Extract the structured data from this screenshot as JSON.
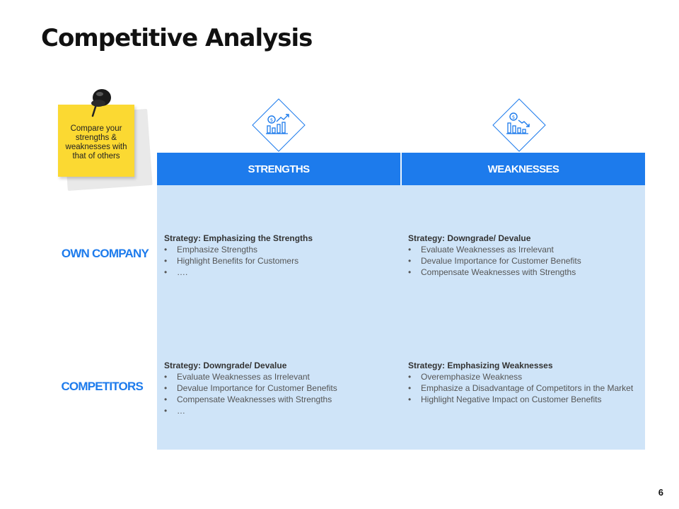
{
  "page": {
    "title": "Competitive Analysis",
    "number": "6"
  },
  "note": {
    "text": "Compare your strengths & weaknesses with that of others"
  },
  "columns": {
    "strengths": "STRENGTHS",
    "weaknesses": "WEAKNESSES"
  },
  "rows": {
    "own": "OWN COMPANY",
    "competitors": "COMPETITORS"
  },
  "icons": {
    "strengths": "money-growth-chart-icon",
    "weaknesses": "money-decline-chart-icon",
    "note_pin": "push-pin-icon"
  },
  "colors": {
    "accent": "#1d7bec",
    "cell_bg": "#cfe4f8",
    "note": "#fbd932"
  },
  "cells": {
    "own_strengths": {
      "heading": "Strategy: Emphasizing the Strengths",
      "items": [
        "Emphasize Strengths",
        "Highlight Benefits for Customers",
        "…."
      ]
    },
    "own_weaknesses": {
      "heading": "Strategy: Downgrade/ Devalue",
      "items": [
        "Evaluate  Weaknesses as Irrelevant",
        "Devalue  Importance for Customer Benefits",
        "Compensate  Weaknesses with Strengths"
      ]
    },
    "comp_strengths": {
      "heading": "Strategy: Downgrade/ Devalue",
      "items": [
        "Evaluate  Weaknesses as Irrelevant",
        "Devalue  Importance for Customer Benefits",
        "Compensate  Weaknesses with Strengths",
        "…"
      ]
    },
    "comp_weaknesses": {
      "heading": "Strategy: Emphasizing Weaknesses",
      "items": [
        "Overemphasize  Weakness",
        "Emphasize a Disadvantage  of Competitors in the Market",
        "Highlight  Negative  Impact on Customer Benefits"
      ]
    }
  }
}
